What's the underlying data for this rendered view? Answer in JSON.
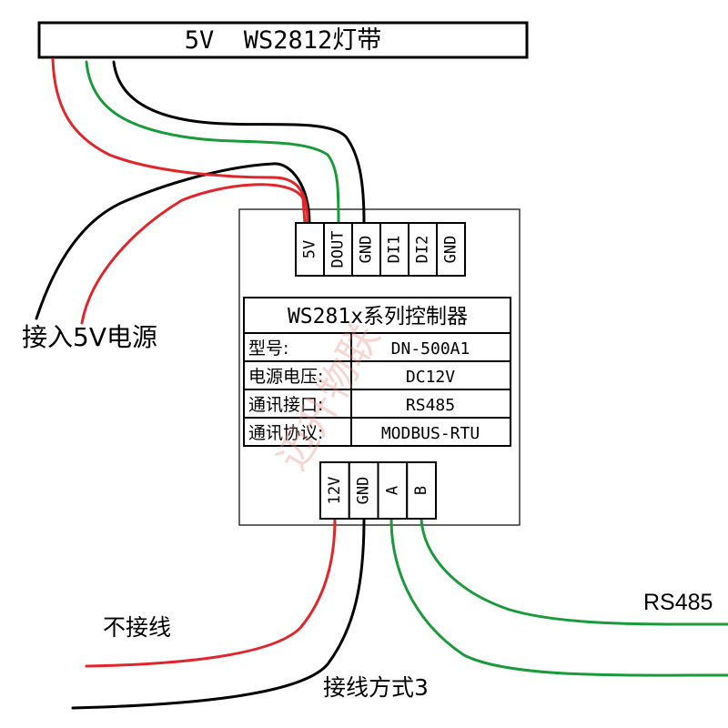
{
  "colors": {
    "red_wire": "#e0252b",
    "black_wire": "#000000",
    "green_wire": "#1a9a3a",
    "note_red": "#e0252b"
  },
  "led_strip": {
    "label": "5V  WS2812灯带"
  },
  "top_pins": [
    "5V",
    "DOUT",
    "GND",
    "DI1",
    "DI2",
    "GND"
  ],
  "bottom_pins": [
    "12V",
    "GND",
    "A",
    "B"
  ],
  "controller": {
    "title": "WS281x系列控制器",
    "rows": [
      {
        "label": "型号:",
        "value": "DN-500A1"
      },
      {
        "label": "电源电压:",
        "value": "DC12V"
      },
      {
        "label": "通讯接口:",
        "value": "RS485"
      },
      {
        "label": "通讯协议:",
        "value": "MODBUS-RTU"
      }
    ]
  },
  "labels": {
    "power_input": "接入5V电源",
    "no_connect": "不接线",
    "rs485": "RS485",
    "wiring_method": "接线方式3"
  },
  "watermark": "迈升物联"
}
